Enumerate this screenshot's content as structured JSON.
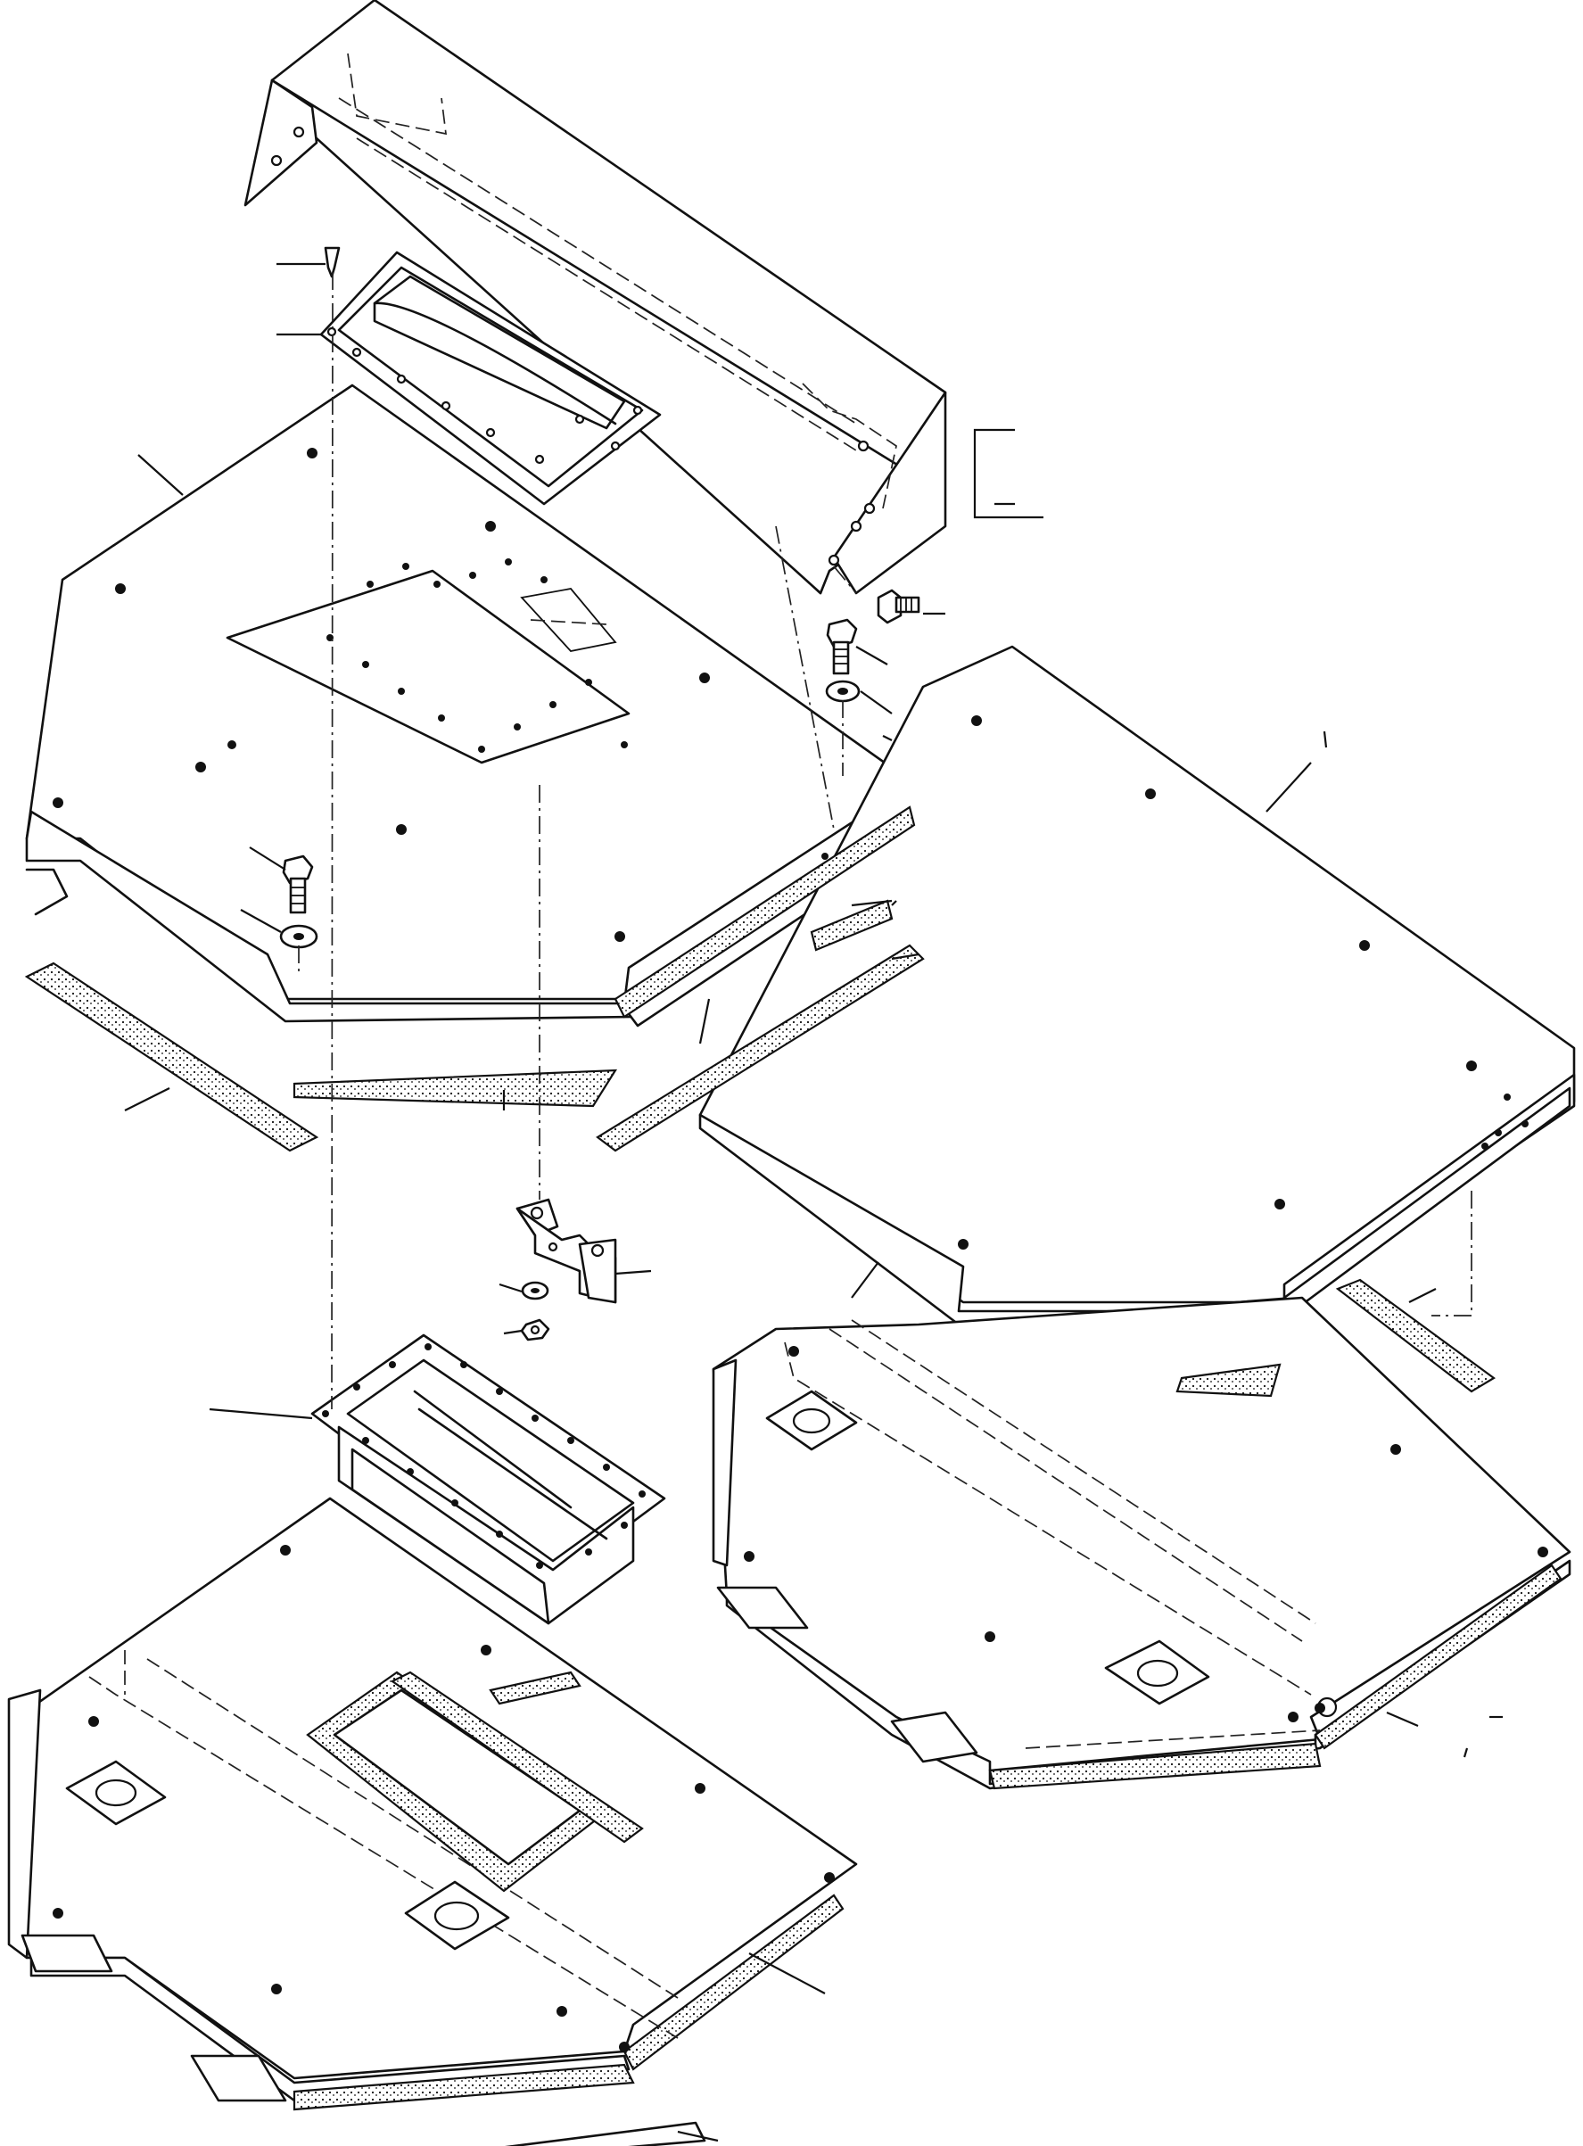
{
  "figure": {
    "kind": "exploded parts diagram",
    "colors": {
      "line": "#111111",
      "background": "#ffffff"
    },
    "parts": [
      "cab-roof-shroud",
      "roof-vent-cover",
      "vent-screw",
      "upper-roof-panel",
      "right-roof-panel",
      "hex-bolts",
      "washers",
      "nuts",
      "vent-mounting-bracket",
      "vent-duct-frame",
      "weather-strips",
      "lower-left-panel",
      "lower-right-panel"
    ]
  }
}
